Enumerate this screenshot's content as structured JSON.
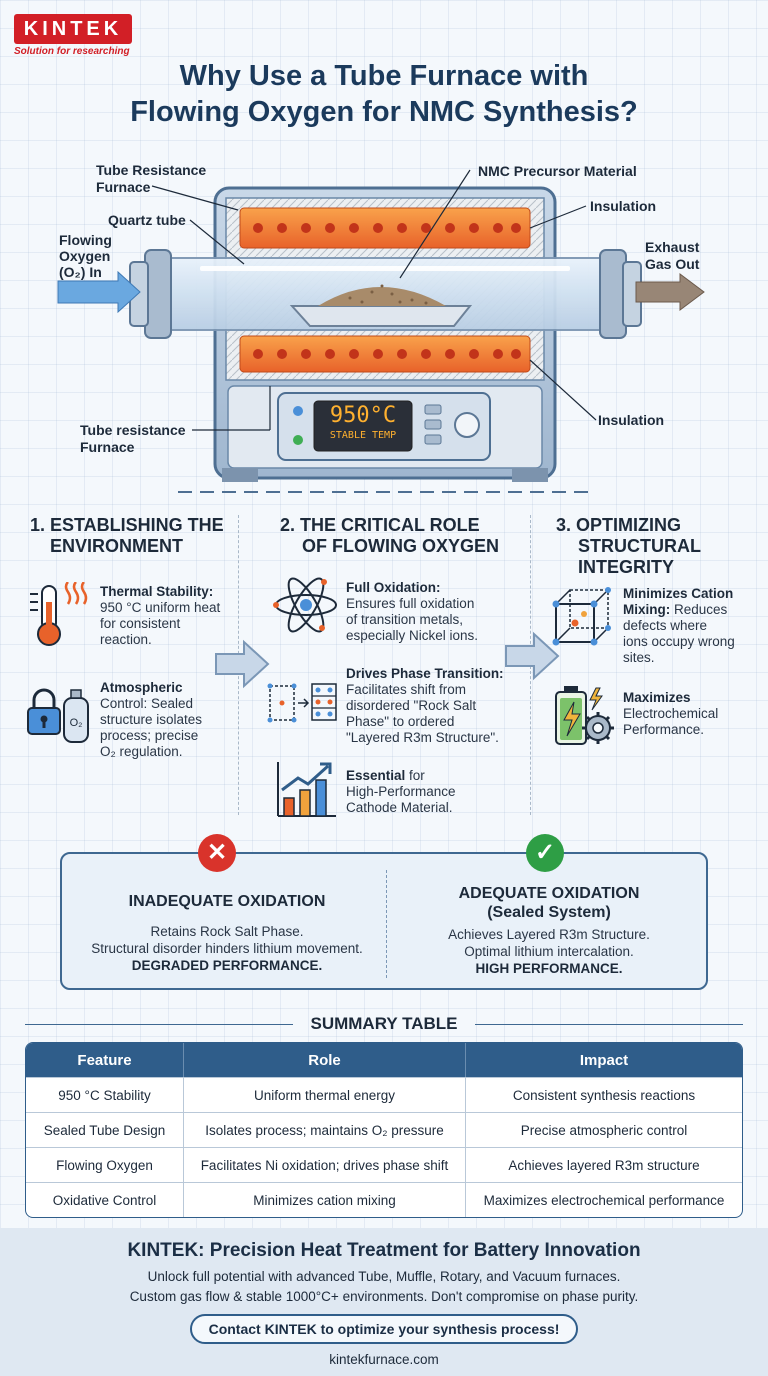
{
  "brand": {
    "logo": "KINTEK",
    "tagline": "Solution for researching"
  },
  "title": {
    "line1": "Why Use a Tube Furnace with",
    "line2": "Flowing Oxygen for NMC Synthesis?"
  },
  "diagram": {
    "labels": {
      "tube_furnace_top_1": "Tube Resistance",
      "tube_furnace_top_2": "Furnace",
      "quartz": "Quartz tube",
      "oxygen_1": "Flowing",
      "oxygen_2": "Oxygen",
      "oxygen_3": "(O₂) In",
      "precursor": "NMC Precursor Material",
      "insulation_top": "Insulation",
      "exhaust_1": "Exhaust",
      "exhaust_2": "Gas Out",
      "insulation_bottom": "Insulation",
      "tube_furnace_bottom_1": "Tube resistance",
      "tube_furnace_bottom_2": "Furnace"
    },
    "display": {
      "temp": "950°C",
      "status": "STABLE TEMP"
    }
  },
  "sections": [
    {
      "heading1": "1. ESTABLISHING THE",
      "heading2": "ENVIRONMENT",
      "items": [
        {
          "icon": "thermometer-icon",
          "title": "Thermal Stability:",
          "text1": "950 °C uniform heat",
          "text2": "for consistent",
          "text3": "reaction."
        },
        {
          "icon": "lock-oxygen-icon",
          "title": "Atmospheric",
          "text1": "Control: Sealed",
          "text2": "structure isolates",
          "text3": "process; precise",
          "text4": "O₂ regulation."
        }
      ]
    },
    {
      "heading1": "2. THE CRITICAL ROLE",
      "heading2": "OF FLOWING OXYGEN",
      "items": [
        {
          "icon": "atom-icon",
          "title": "Full Oxidation:",
          "text1": "Ensures full oxidation",
          "text2": "of transition metals,",
          "text3": "especially Nickel ions."
        },
        {
          "icon": "lattice-icon",
          "title": "Drives Phase Transition:",
          "text1": "Facilitates shift from",
          "text2": "disordered \"Rock Salt",
          "text3": "Phase\" to ordered",
          "text4": "\"Layered R3m Structure\"."
        },
        {
          "icon": "growth-chart-icon",
          "title": "Essential",
          "title_rest": " for",
          "text1": "High-Performance",
          "text2": "Cathode Material."
        }
      ]
    },
    {
      "heading1": "3. OPTIMIZING",
      "heading2": "STRUCTURAL",
      "heading3": "INTEGRITY",
      "items": [
        {
          "icon": "crystal-cube-icon",
          "title": "Minimizes Cation",
          "title2": "Mixing:",
          "text1": " Reduces",
          "text2": "defects where",
          "text3": "ions occupy wrong",
          "text4": "sites."
        },
        {
          "icon": "battery-gear-icon",
          "title": "Maximizes",
          "text1": "Electrochemical",
          "text2": "Performance."
        }
      ]
    }
  ],
  "outcomes": {
    "bad": {
      "icon": "x-icon",
      "title": "INADEQUATE OXIDATION",
      "text1": "Retains Rock Salt Phase.",
      "text2": "Structural disorder hinders lithium movement.",
      "result": "DEGRADED PERFORMANCE."
    },
    "good": {
      "icon": "check-icon",
      "title1": "ADEQUATE OXIDATION",
      "title2": "(Sealed System)",
      "text1": "Achieves Layered R3m Structure.",
      "text2": "Optimal lithium intercalation.",
      "result": "HIGH PERFORMANCE."
    }
  },
  "summary": {
    "heading": "SUMMARY TABLE",
    "columns": [
      "Feature",
      "Role",
      "Impact"
    ],
    "rows": [
      [
        "950 °C Stability",
        "Uniform thermal energy",
        "Consistent synthesis reactions"
      ],
      [
        "Sealed Tube Design",
        "Isolates process; maintains O₂ pressure",
        "Precise atmospheric control"
      ],
      [
        "Flowing Oxygen",
        "Facilitates Ni oxidation; drives phase shift",
        "Achieves layered R3m structure"
      ],
      [
        "Oxidative Control",
        "Minimizes cation mixing",
        "Maximizes electrochemical performance"
      ]
    ]
  },
  "footer": {
    "title": "KINTEK: Precision Heat Treatment for Battery Innovation",
    "line1": "Unlock full potential with advanced Tube, Muffle, Rotary, and Vacuum furnaces.",
    "line2": "Custom gas flow & stable 1000°C+ environments. Don't compromise on phase purity.",
    "cta": "Contact KINTEK to optimize your synthesis process!",
    "url": "kintekfurnace.com"
  },
  "colors": {
    "brand_red": "#d21f26",
    "navy": "#2f5d8a",
    "heater": "#f07a2e",
    "ok_green": "#2e9e45",
    "bad_red": "#d9332b"
  }
}
